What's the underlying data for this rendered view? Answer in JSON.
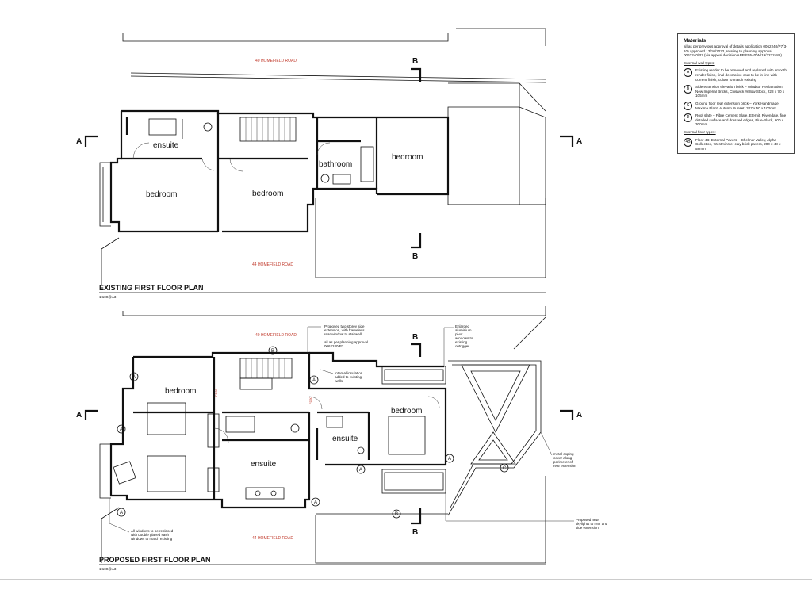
{
  "roads": {
    "existing_top": "40 HOMEFIELD ROAD",
    "existing_bottom": "44 HOMEFIELD ROAD",
    "proposed_top": "40 HOMEFIELD ROAD",
    "proposed_bottom": "44 HOMEFIELD ROAD"
  },
  "existing": {
    "title": "EXISTING FIRST FLOOR PLAN",
    "scale": "1:100@A3",
    "rooms": {
      "ensuite": "ensuite",
      "bathroom": "bathroom",
      "bedroom_rear": "bedroom",
      "bedroom_front_left": "bedroom",
      "bedroom_front_mid": "bedroom"
    }
  },
  "proposed": {
    "title": "PROPOSED FIRST FLOOR PLAN",
    "scale": "1:100@A3",
    "rooms": {
      "bedroom_top": "bedroom",
      "ensuite_main": "ensuite",
      "ensuite_rear": "ensuite",
      "bedroom_rear": "bedroom"
    },
    "fire_labels": [
      "FD30",
      "FD30"
    ],
    "notes": {
      "side_extension": [
        "Proposed two storey side",
        "extension, with frameless",
        "rear window to stairwell",
        "",
        "all as per planning approval",
        "0062240/P7"
      ],
      "internal_insulation": [
        "Internal insulation",
        "added to existing",
        "walls"
      ],
      "enlarged_windows": [
        "Enlarged",
        "aluminium",
        "pivot",
        "windows to",
        "existing",
        "outrigger"
      ],
      "metal_coping": [
        "metal coping",
        "cover along",
        "perimeter of",
        "rear extension"
      ],
      "skylights": [
        "Proposed new",
        "skylights to rear and",
        "side extension"
      ],
      "windows_replaced": [
        "All windows to be replaced",
        "with double glazed sash",
        "windows to match existing"
      ]
    }
  },
  "sections": {
    "a": "A",
    "b": "B"
  },
  "tags": {
    "a": "A",
    "b": "B",
    "c": "C"
  },
  "legend": {
    "heading": "Materials",
    "intro": "all as per previous approval of details application 0062240/P7(3-10) approved 13/10/2022, relating to planning approval 0062240/P7 (via appeal decision APP/F5540/W/19/3232486)",
    "external_walls_heading": "External wall types:",
    "items": [
      {
        "badge": "A",
        "text": "Existing render to be removed and replaced with smooth render finish, final decorative coat to be in line with current finish, colour to match existing"
      },
      {
        "badge": "B",
        "text": "Side extension elevation brick – Windsor Reclamation, New Imperial Bricks, Chiswick Yellow Stock, 228 x 70 x 105mm"
      },
      {
        "badge": "C",
        "text": "Ground floor rear extension brick – York Handmade, Maxima Plant, Autumn Sunset, 327 x 50 x 102mm"
      },
      {
        "badge": "D",
        "text": "Roof slate – Fibre Cement Slate, Eternit, Rivendale, fine detailed surface and dressed edges, Blue-Black, 600 x 300mm"
      }
    ],
    "external_floors_heading": "External floor types:",
    "floor_items": [
      {
        "badge": "4B",
        "text": "Floor 4B: External Pavers – Chelmer Valley, Alpha Collection, Westminster clay brick pavers, 200 x 48 x 58mm"
      }
    ]
  }
}
